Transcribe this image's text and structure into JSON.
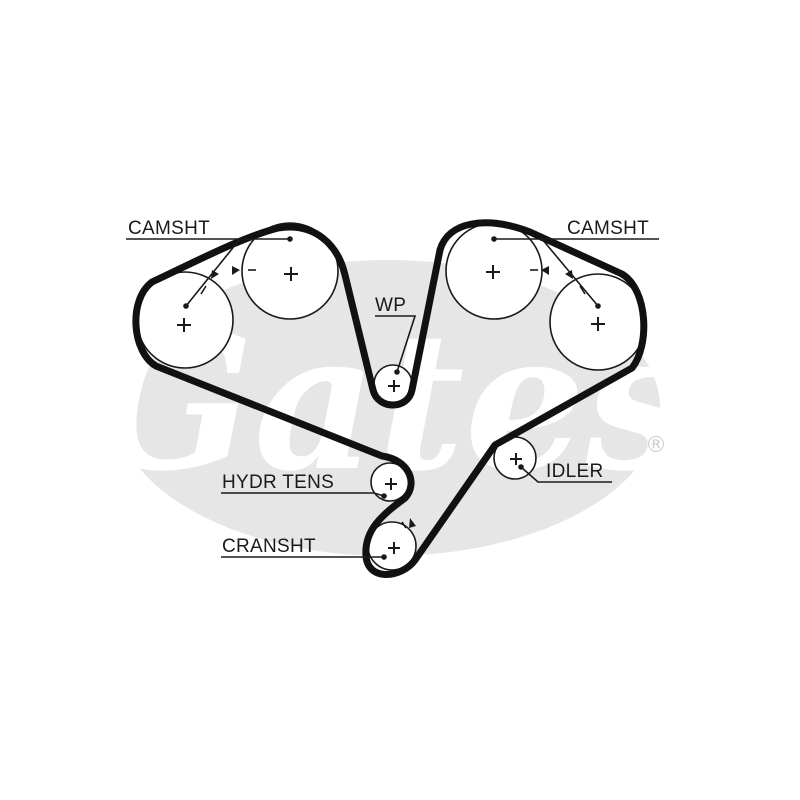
{
  "colors": {
    "belt": "#111111",
    "line": "#1a1a1a",
    "watermark": "#e6e6e6",
    "background": "#ffffff"
  },
  "watermark": {
    "brand": "Gates",
    "registered": "®"
  },
  "labels": {
    "camshaft_left": "CAMSHT",
    "camshaft_right": "CAMSHT",
    "water_pump": "WP",
    "hydraulic_tensioner": "HYDR TENS",
    "crankshaft": "CRANSHT",
    "idler": "IDLER"
  }
}
